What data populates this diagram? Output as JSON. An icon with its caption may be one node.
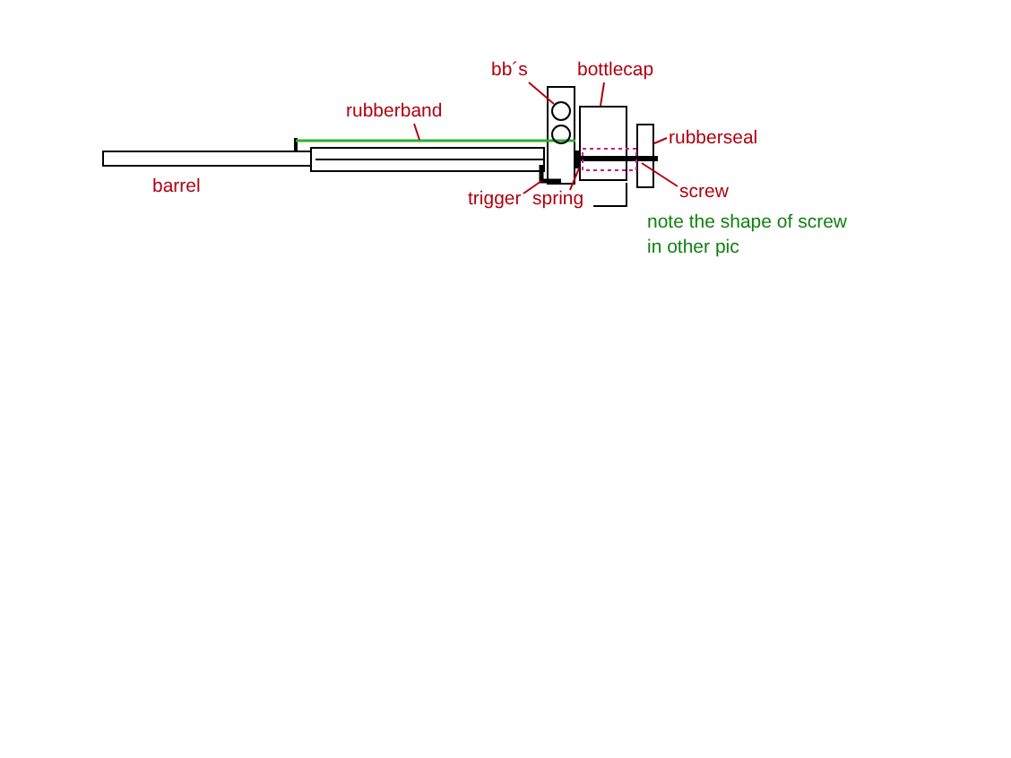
{
  "diagram": {
    "nodes": [
      {
        "text": [
          "rubberband"
        ]
      },
      {
        "text": [],
        "shape": "line"
      },
      {
        "text": [
          "bb´s"
        ]
      },
      {
        "text": [],
        "shape": "circle"
      },
      {
        "text": [
          "bottlecap"
        ]
      },
      {
        "text": [],
        "shape": "box"
      },
      {
        "text": [
          "rubberseal"
        ]
      },
      {
        "text": [],
        "shape": "box"
      },
      {
        "text": [
          "trigger"
        ]
      },
      {
        "text": [],
        "shape": "bar"
      },
      {
        "text": [
          "spring"
        ]
      },
      {
        "text": [],
        "shape": "bar"
      },
      {
        "text": [
          "screw"
        ]
      },
      {
        "text": [],
        "shape": "bar"
      },
      {
        "text": [],
        "shape": "circle"
      },
      {
        "text": [],
        "shape": "tube"
      }
    ],
    "edges": [
      {
        "from": 0,
        "to": 1,
        "arrow": "none"
      },
      {
        "from": 2,
        "to": 3,
        "arrow": "none"
      },
      {
        "from": 4,
        "to": 5,
        "arrow": "none"
      },
      {
        "from": 6,
        "to": 7,
        "arrow": "none"
      },
      {
        "from": 8,
        "to": 9,
        "arrow": "none"
      },
      {
        "from": 10,
        "to": 11,
        "arrow": "none"
      },
      {
        "from": 12,
        "to": 13,
        "arrow": "none"
      }
    ],
    "labels": [
      "barrel",
      "note the shape of screw in other pic"
    ]
  }
}
